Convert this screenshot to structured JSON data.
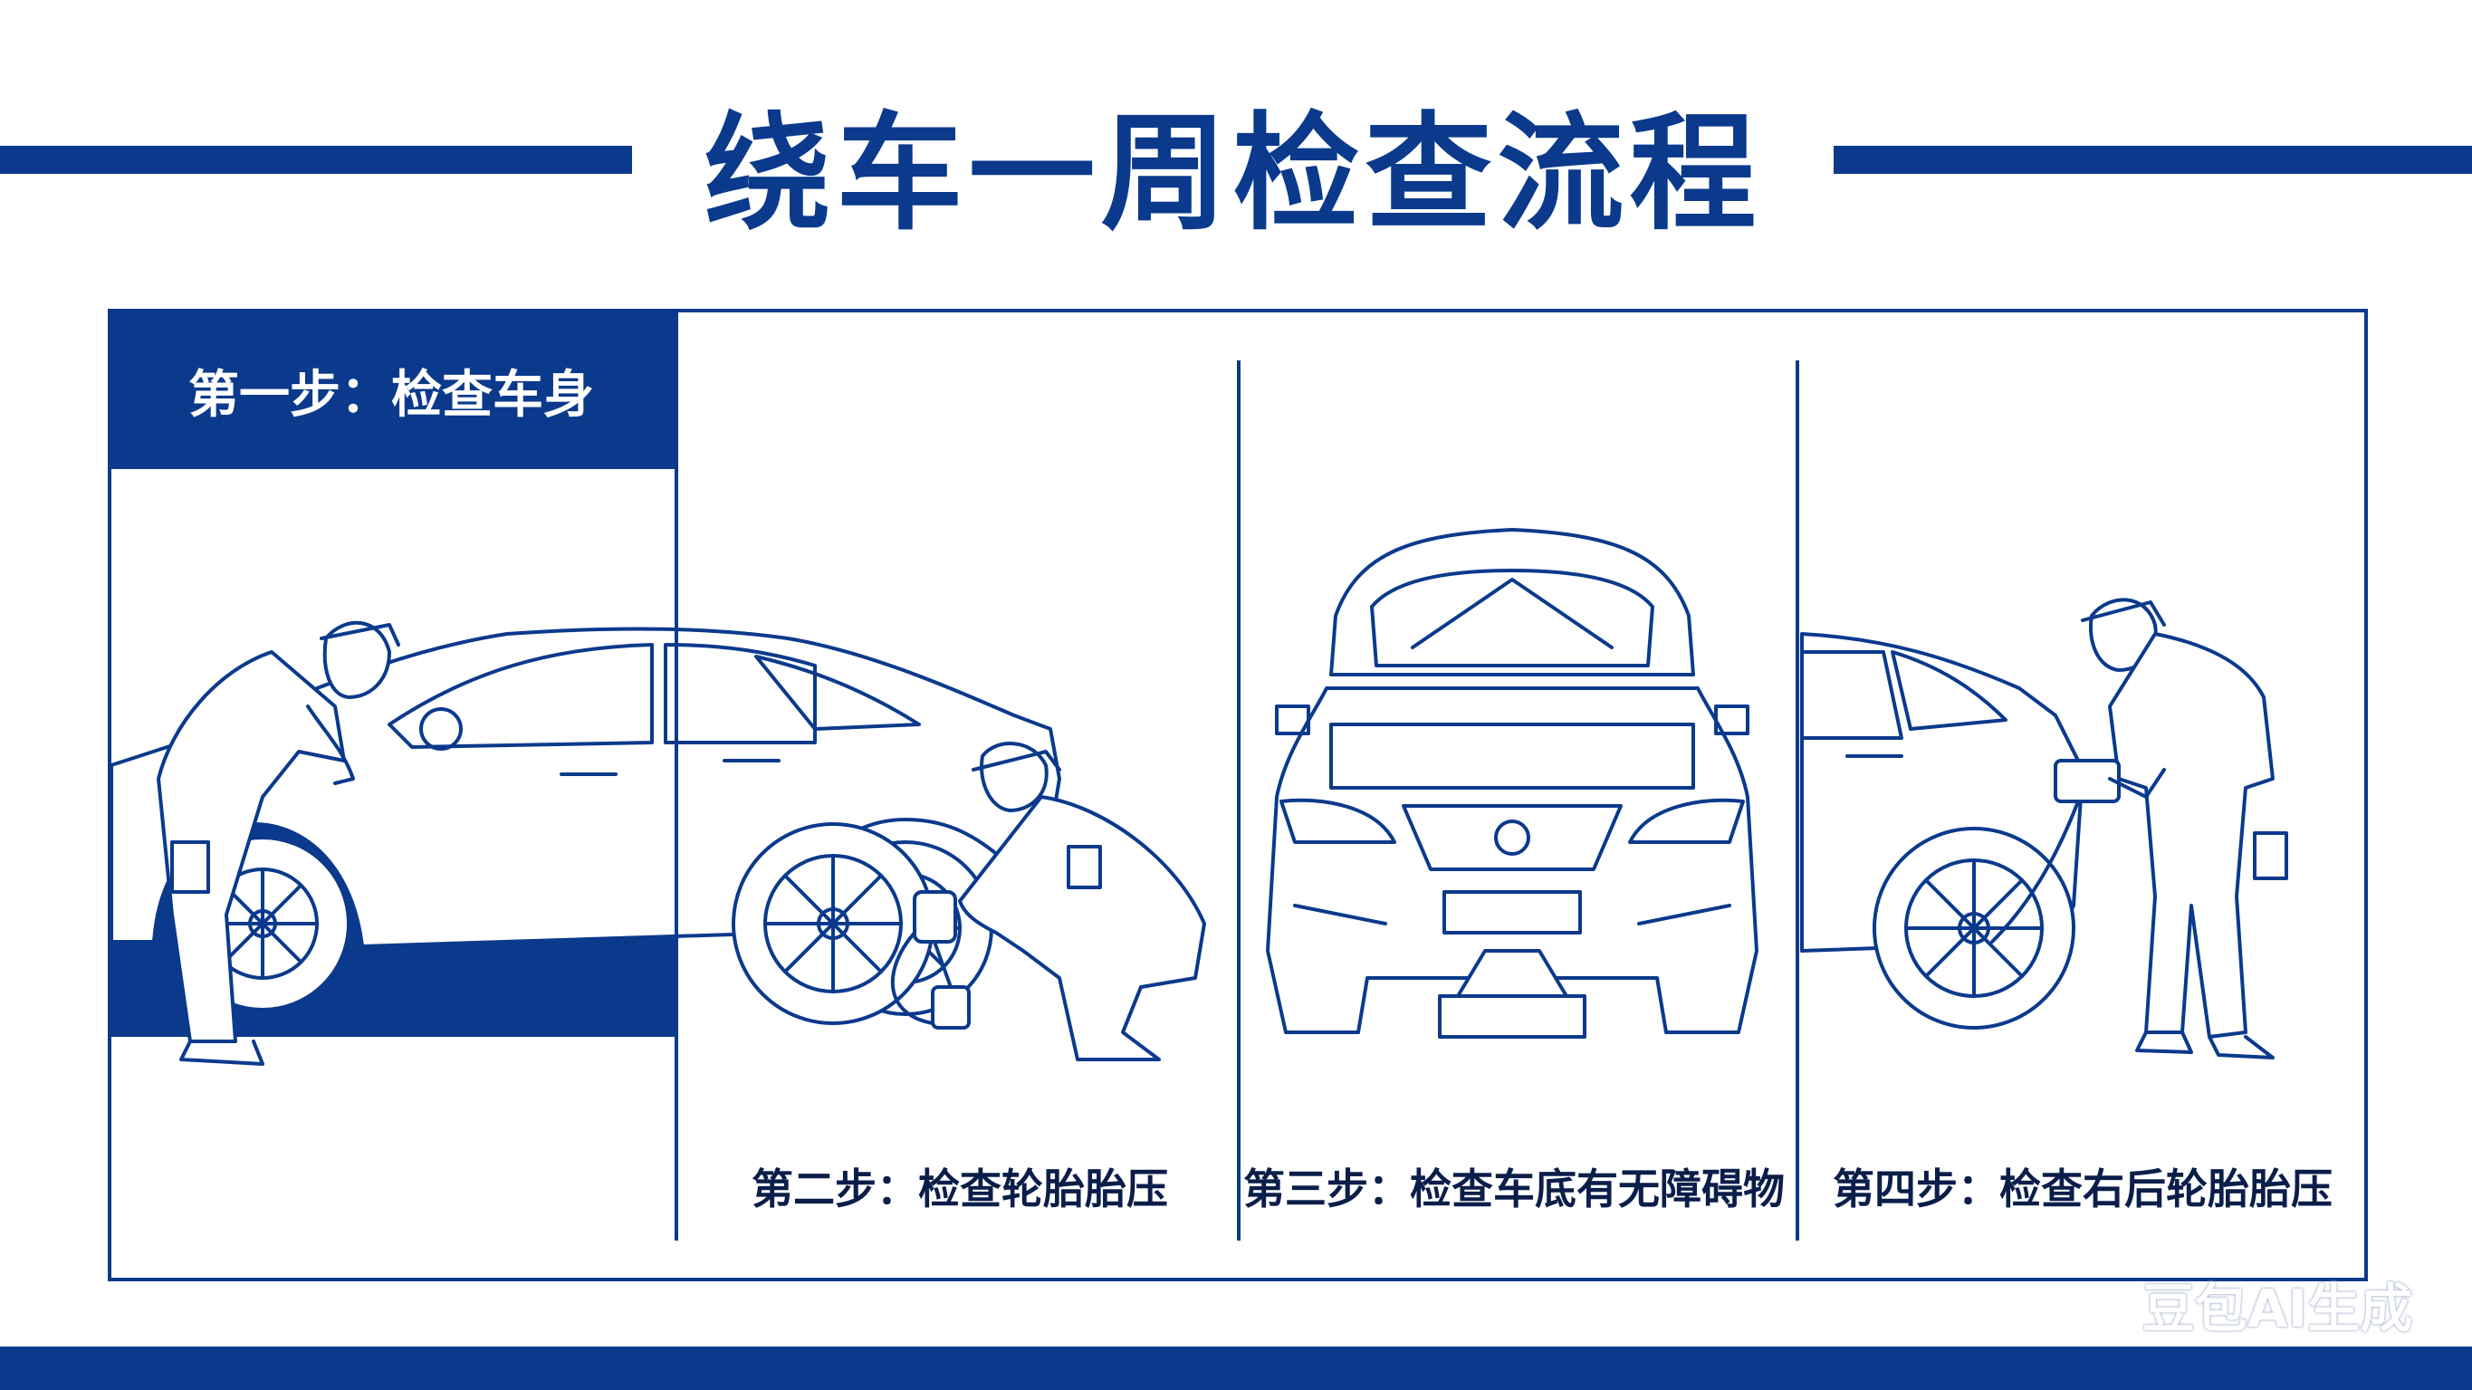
{
  "title": "绕车一周检查流程",
  "steps": [
    {
      "label": "第一步：检查车身"
    },
    {
      "label": "第二步：检查轮胎胎压"
    },
    {
      "label": "第三步：检查车底有无障碍物"
    },
    {
      "label": "第四步：检查右后轮胎胎压"
    }
  ],
  "watermark": "豆包AI生成",
  "colors": {
    "primary": "#0b3a8c",
    "background": "#ffffff",
    "label_text": "#0b1e4a"
  },
  "illustrations": [
    "side-car-inspector-icon",
    "tire-pressure-gauge-icon",
    "car-front-hood-open-icon",
    "diagnostic-scanner-icon"
  ]
}
